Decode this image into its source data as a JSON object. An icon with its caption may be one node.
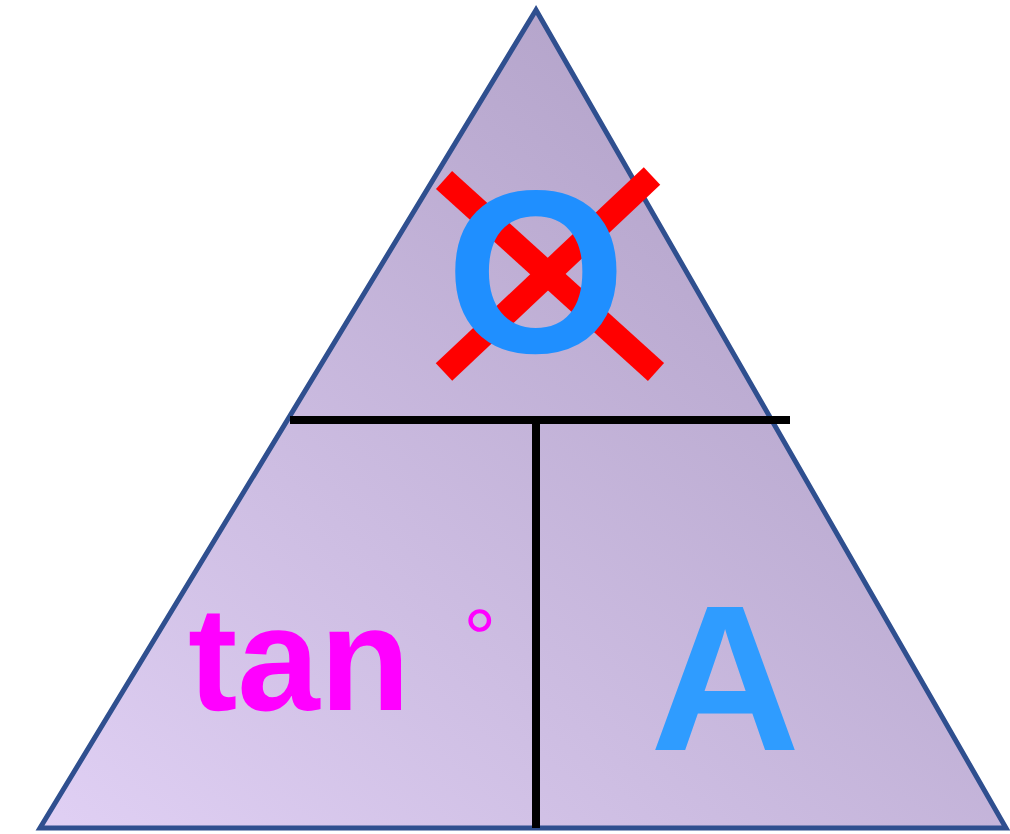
{
  "diagram": {
    "nodes": [
      {
        "text": [],
        "shape": "triangle"
      },
      {
        "text": [
          "O"
        ],
        "in": 0
      },
      {
        "text": [
          "tan $^{°}$"
        ],
        "in": 0
      },
      {
        "text": [
          "A"
        ],
        "in": 0
      }
    ]
  }
}
